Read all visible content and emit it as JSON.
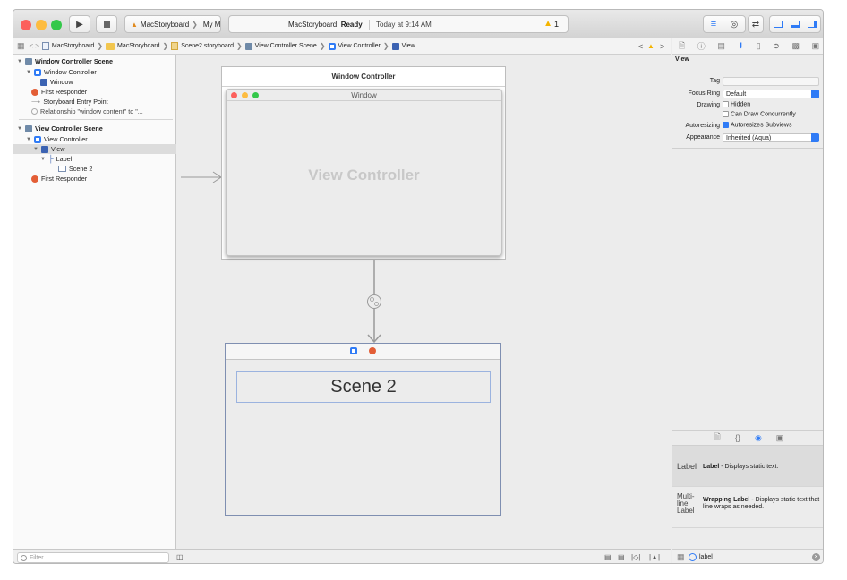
{
  "toolbar": {
    "scheme_project": "MacStoryboard",
    "scheme_device": "My Mac",
    "status_app": "MacStoryboard: ",
    "status_state": "Ready",
    "status_time": "Today at 9:14 AM",
    "warning_count": "1"
  },
  "jumpbar": {
    "items": [
      "MacStoryboard",
      "MacStoryboard",
      "Scene2.storyboard",
      "View Controller Scene",
      "View Controller",
      "View"
    ]
  },
  "outline": {
    "rows": [
      "Window Controller Scene",
      "Window Controller",
      "Window",
      "First Responder",
      "Storyboard Entry Point",
      "Relationship \"window content\" to \"...",
      "View Controller Scene",
      "View Controller",
      "View",
      "Label",
      "Scene 2",
      "First Responder"
    ]
  },
  "canvas": {
    "wc_title": "Window Controller",
    "window_title": "Window",
    "vc_placeholder": "View Controller",
    "scene2_label": "Scene 2"
  },
  "bottombar": {
    "filter_placeholder": "Filter"
  },
  "inspector": {
    "section": "View",
    "tag_label": "Tag",
    "focus_label": "Focus Ring",
    "focus_value": "Default",
    "drawing_label": "Drawing",
    "hidden_label": "Hidden",
    "concurrent_label": "Can Draw Concurrently",
    "autoresizing_label": "Autoresizing",
    "autoresizes_label": "Autoresizes Subviews",
    "appearance_label": "Appearance",
    "appearance_value": "Inherited (Aqua)"
  },
  "library": {
    "items": [
      {
        "icon": "Label",
        "title": "Label",
        "desc": " - Displays static text."
      },
      {
        "icon": "Multi-line Label",
        "title": "Wrapping Label",
        "desc": " - Displays static text that line wraps as needed."
      }
    ],
    "search_value": "label"
  },
  "colors": {
    "accent": "#2f7bf6",
    "close": "#fc605c",
    "minimize": "#fdbc40",
    "zoom": "#34c84a",
    "warning": "#f4b400"
  }
}
